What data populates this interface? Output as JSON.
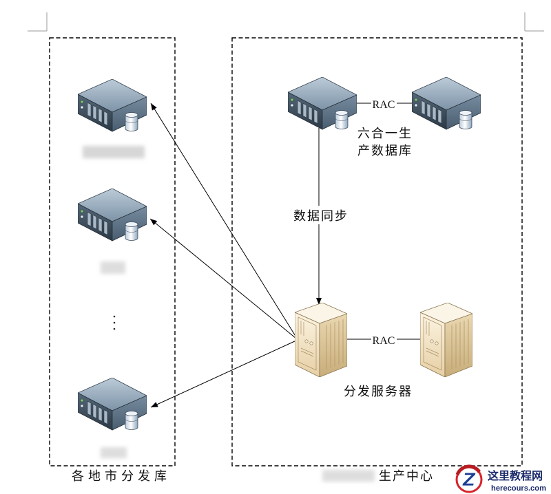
{
  "diagram": {
    "regions": {
      "branch_area": {
        "label": "各地市分发库"
      },
      "production_center": {
        "label": "生产中心"
      }
    },
    "nodes": {
      "production_database": {
        "label_line1": "六合一生",
        "label_line2": "产数据库"
      },
      "distribution_server": {
        "label": "分发服务器"
      }
    },
    "edges": {
      "db_cluster_link": "RAC",
      "server_cluster_link": "RAC",
      "sync_link": "数据同步"
    }
  },
  "icons": {
    "rack_server": "rack-server-icon",
    "tower_server": "tower-server-icon",
    "database": "database-cylinder-icon",
    "arrow": "arrowhead-icon",
    "more": "vertical-ellipsis-icon"
  },
  "colors": {
    "lines": "#000000",
    "rack_server_top": "#9aaebf",
    "rack_server_front": "#3c4c5b",
    "tower_server_body": "#ecd8b0",
    "watermark_text": "#1b2b6b",
    "watermark_accent": "#d8232a"
  },
  "watermark": {
    "mark": "Z",
    "name": "这里教程网",
    "site": "herecours.com"
  }
}
